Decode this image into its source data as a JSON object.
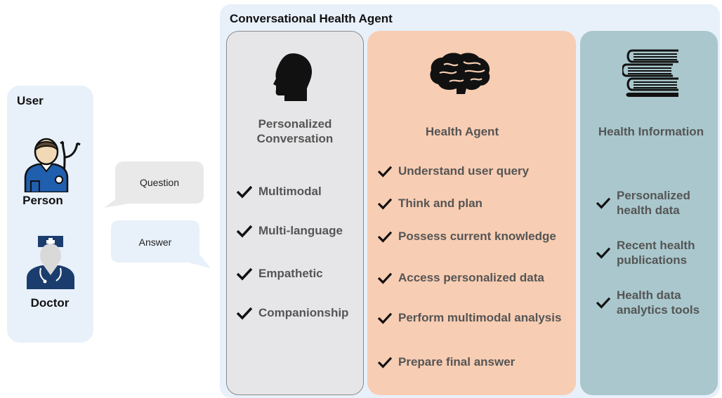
{
  "user": {
    "title": "User",
    "person_label": "Person",
    "doctor_label": "Doctor"
  },
  "bubbles": {
    "question": "Question",
    "answer": "Answer"
  },
  "agent": {
    "title": "Conversational Health Agent",
    "columns": [
      {
        "title_lines": [
          "Personalized",
          "Conversation"
        ],
        "icon": "head-silhouette-icon",
        "items": [
          "Multimodal",
          "Multi-language",
          "Empathetic",
          "Companionship"
        ]
      },
      {
        "title": "Health Agent",
        "icon": "brain-icon",
        "items": [
          "Understand user query",
          "Think and plan",
          "Possess current knowledge",
          "Access personalized data",
          "Perform multimodal analysis",
          "Prepare final answer"
        ]
      },
      {
        "title": "Health Information",
        "icon": "books-icon",
        "items": [
          [
            "Personalized",
            "health data"
          ],
          [
            "Recent health",
            "publications"
          ],
          [
            "Health data",
            "analytics tools"
          ]
        ]
      }
    ]
  },
  "colors": {
    "panel_blue": "#e8f0fa",
    "conversation_gray": "#e6e6e8",
    "agent_peach": "#f7cdb3",
    "info_teal": "#a9c7cc",
    "person_blue": "#1f5fae",
    "doctor_navy": "#1b3d6e"
  }
}
